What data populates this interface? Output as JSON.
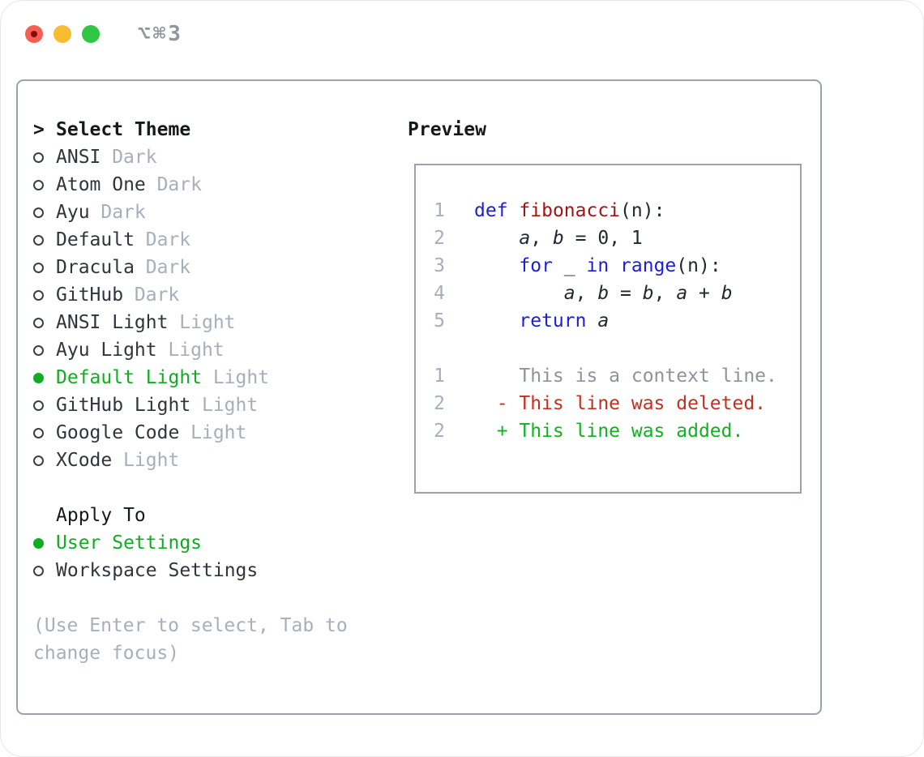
{
  "titlebar": {
    "title": "⌥⌘3"
  },
  "colors": {
    "green": "#0fad21",
    "kw": "#1b1ed6",
    "fn": "#a31515",
    "del": "#c4301f",
    "add": "#0fb31f"
  },
  "sidebar": {
    "header_marker": ">",
    "header": "Select Theme",
    "themes": [
      {
        "name": "ANSI",
        "variant": "Dark",
        "selected": false
      },
      {
        "name": "Atom One",
        "variant": "Dark",
        "selected": false
      },
      {
        "name": "Ayu",
        "variant": "Dark",
        "selected": false
      },
      {
        "name": "Default",
        "variant": "Dark",
        "selected": false
      },
      {
        "name": "Dracula",
        "variant": "Dark",
        "selected": false
      },
      {
        "name": "GitHub",
        "variant": "Dark",
        "selected": false
      },
      {
        "name": "ANSI Light",
        "variant": "Light",
        "selected": false
      },
      {
        "name": "Ayu Light",
        "variant": "Light",
        "selected": false
      },
      {
        "name": "Default Light",
        "variant": "Light",
        "selected": true
      },
      {
        "name": "GitHub Light",
        "variant": "Light",
        "selected": false
      },
      {
        "name": "Google Code",
        "variant": "Light",
        "selected": false
      },
      {
        "name": "XCode",
        "variant": "Light",
        "selected": false
      }
    ],
    "apply_to": {
      "label": "Apply To",
      "options": [
        {
          "label": "User Settings",
          "selected": true
        },
        {
          "label": "Workspace Settings",
          "selected": false
        }
      ]
    },
    "hint": "(Use Enter to select, Tab to change focus)"
  },
  "preview": {
    "title": "Preview",
    "lines": [
      {
        "num": "1",
        "tokens": [
          {
            "c": "kw",
            "t": "def"
          },
          {
            "c": "pl",
            "t": " "
          },
          {
            "c": "fn",
            "t": "fibonacci"
          },
          {
            "c": "pl",
            "t": "(n):"
          }
        ]
      },
      {
        "num": "2",
        "tokens": [
          {
            "c": "pl",
            "t": "    "
          },
          {
            "c": "var",
            "t": "a"
          },
          {
            "c": "pl",
            "t": ", "
          },
          {
            "c": "var",
            "t": "b"
          },
          {
            "c": "pl",
            "t": " = 0, 1"
          }
        ]
      },
      {
        "num": "3",
        "tokens": [
          {
            "c": "pl",
            "t": "    "
          },
          {
            "c": "kw",
            "t": "for"
          },
          {
            "c": "pl",
            "t": " _ "
          },
          {
            "c": "kw",
            "t": "in"
          },
          {
            "c": "pl",
            "t": " "
          },
          {
            "c": "kw",
            "t": "range"
          },
          {
            "c": "pl",
            "t": "(n):"
          }
        ]
      },
      {
        "num": "4",
        "tokens": [
          {
            "c": "pl",
            "t": "        "
          },
          {
            "c": "var",
            "t": "a"
          },
          {
            "c": "pl",
            "t": ", "
          },
          {
            "c": "var",
            "t": "b"
          },
          {
            "c": "pl",
            "t": " = "
          },
          {
            "c": "var",
            "t": "b"
          },
          {
            "c": "pl",
            "t": ", "
          },
          {
            "c": "var",
            "t": "a"
          },
          {
            "c": "pl",
            "t": " + "
          },
          {
            "c": "var",
            "t": "b"
          }
        ]
      },
      {
        "num": "5",
        "tokens": [
          {
            "c": "pl",
            "t": "    "
          },
          {
            "c": "kw",
            "t": "return"
          },
          {
            "c": "pl",
            "t": " "
          },
          {
            "c": "var",
            "t": "a"
          }
        ]
      },
      {
        "num": "",
        "tokens": []
      },
      {
        "num": "1",
        "tokens": [
          {
            "c": "ctx",
            "t": "    This is a context line."
          }
        ]
      },
      {
        "num": "2",
        "tokens": [
          {
            "c": "del",
            "t": "  - This line was deleted."
          }
        ]
      },
      {
        "num": "2",
        "tokens": [
          {
            "c": "add",
            "t": "  + This line was added."
          }
        ]
      }
    ]
  }
}
